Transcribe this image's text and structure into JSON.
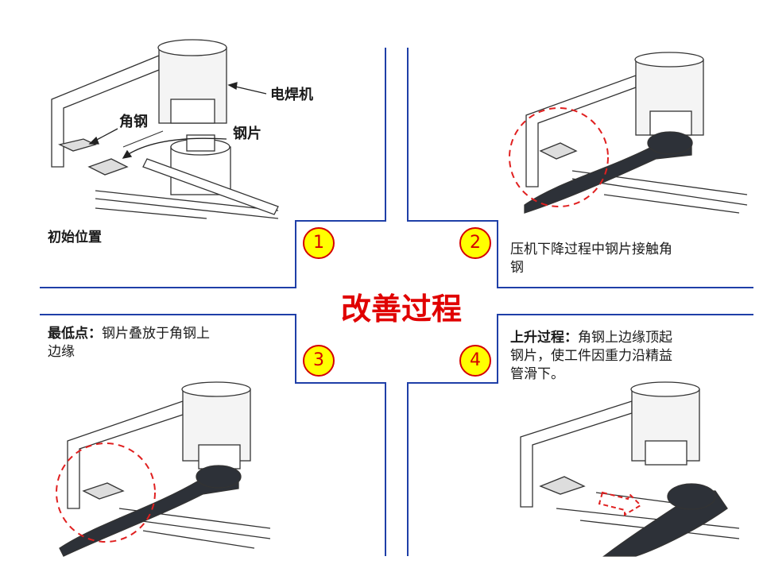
{
  "title": "改善过程",
  "badges": [
    "1",
    "2",
    "3",
    "4"
  ],
  "panel1": {
    "caption": "初始位置",
    "labels": {
      "welder": "电焊机",
      "angle_steel": "角钢",
      "steel_sheet": "钢片"
    }
  },
  "panel2": {
    "caption_line1": "压机下降过程中钢片接触角",
    "caption_line2": "钢"
  },
  "panel3": {
    "caption_bold": "最低点：",
    "caption_rest": "钢片叠放于角钢上",
    "caption_line2": "边缘"
  },
  "panel4": {
    "caption_bold": "上升过程：",
    "caption_rest": "角钢上边缘顶起",
    "caption_line2": "钢片，使工件因重力沿精益",
    "caption_line3": "管滑下。"
  },
  "colors": {
    "divider": "#1f3fa8",
    "title": "#e00000",
    "badge_fill": "#ffff00",
    "badge_text": "#d40000",
    "highlight": "#e02020"
  }
}
